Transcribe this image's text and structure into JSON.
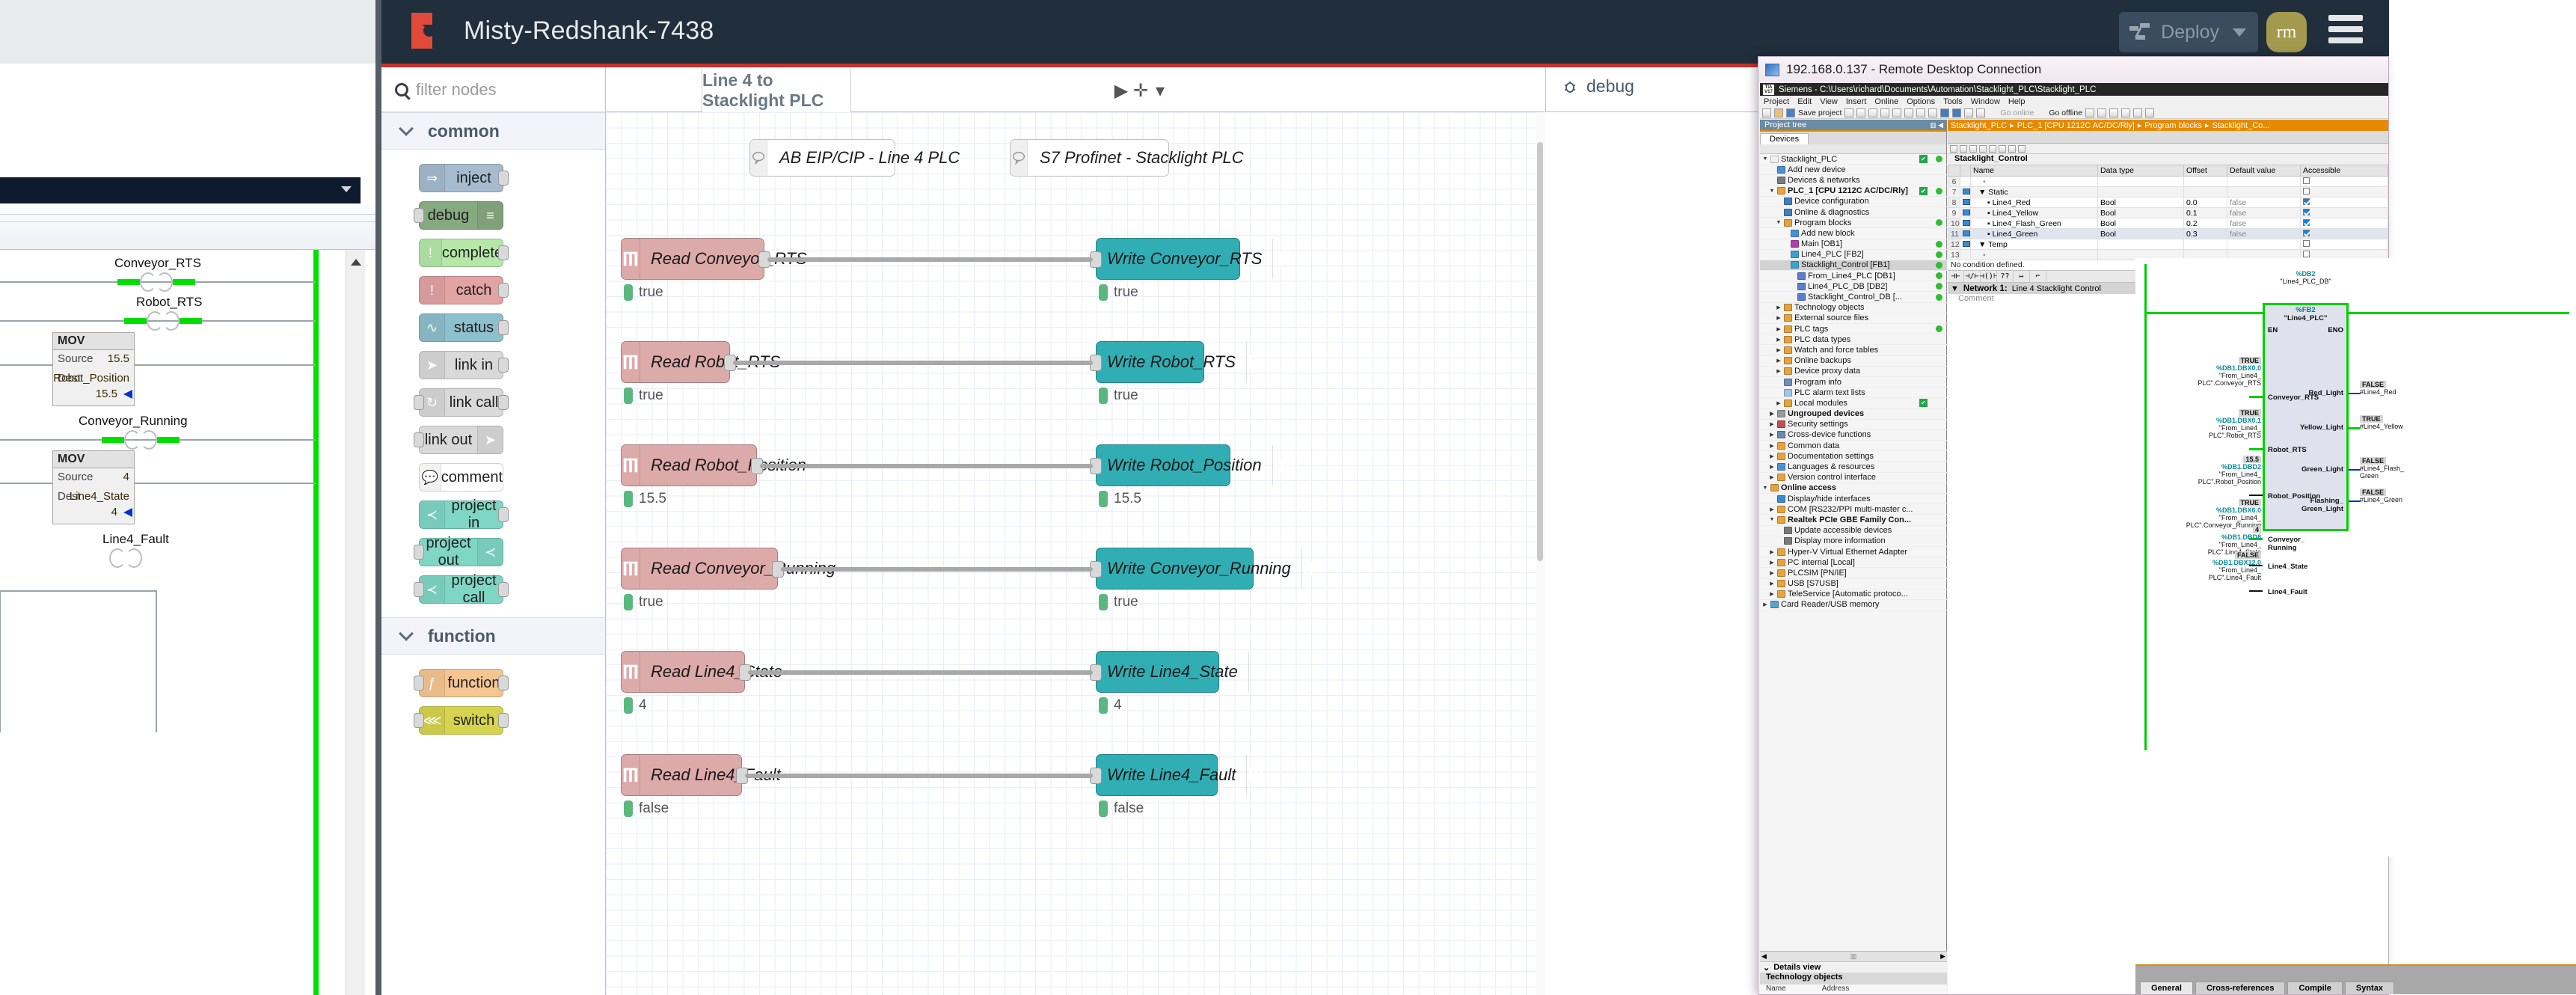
{
  "ladder_window": {
    "rungs": [
      {
        "tag": "Conveyor_RTS",
        "type": "coil",
        "energized": true
      },
      {
        "tag": "Robot_RTS",
        "type": "coil",
        "energized": true
      },
      {
        "type": "mov",
        "title": "MOV",
        "source_label": "Source",
        "source_value": "15.5",
        "dest_label": "Dest",
        "dest_tag": "Robot_Position",
        "dest_value": "15.5"
      },
      {
        "tag": "Conveyor_Running",
        "type": "coil",
        "energized": true
      },
      {
        "type": "mov",
        "title": "MOV",
        "source_label": "Source",
        "source_value": "4",
        "dest_label": "Dest",
        "dest_tag": "Line4_State",
        "dest_value": "4"
      },
      {
        "tag": "Line4_Fault",
        "type": "coil",
        "energized": false
      }
    ]
  },
  "nodered": {
    "header": {
      "title": "Misty-Redshank-7438",
      "deploy_label": "Deploy",
      "avatar_initials": "rm"
    },
    "palette": {
      "search_placeholder": "filter nodes",
      "categories": [
        {
          "label": "common",
          "nodes": [
            {
              "label": "inject",
              "color": "#a6bbcf",
              "icon_side": "left",
              "icon": "⇒",
              "port_in": false,
              "port_out": true
            },
            {
              "label": "debug",
              "color": "#87a980",
              "icon_side": "right",
              "icon": "≡",
              "port_in": true,
              "port_out": false
            },
            {
              "label": "complete",
              "color": "#b5e8a8",
              "icon_side": "left",
              "icon": "!",
              "port_in": false,
              "port_out": true
            },
            {
              "label": "catch",
              "color": "#e2a3a3",
              "icon_side": "left",
              "icon": "!",
              "port_in": false,
              "port_out": true
            },
            {
              "label": "status",
              "color": "#8ebfcc",
              "icon_side": "left",
              "icon": "∿",
              "port_in": false,
              "port_out": true
            },
            {
              "label": "link in",
              "color": "#d9d9d9",
              "icon_side": "left",
              "icon": "➤",
              "port_in": false,
              "port_out": true
            },
            {
              "label": "link call",
              "color": "#d9d9d9",
              "icon_side": "left",
              "icon": "↻",
              "port_in": true,
              "port_out": true
            },
            {
              "label": "link out",
              "color": "#d9d9d9",
              "icon_side": "right",
              "icon": "➤",
              "port_in": true,
              "port_out": false
            },
            {
              "label": "comment",
              "color": "#ffffff",
              "icon_side": "left",
              "icon": "💬",
              "port_in": false,
              "port_out": false
            },
            {
              "label": "project in",
              "color": "#7fd6c4",
              "icon_side": "left",
              "icon": "≺",
              "port_in": false,
              "port_out": true
            },
            {
              "label": "project out",
              "color": "#7fd6c4",
              "icon_side": "right",
              "icon": "≺",
              "port_in": true,
              "port_out": false
            },
            {
              "label": "project call",
              "color": "#7fd6c4",
              "icon_side": "left",
              "icon": "≺",
              "port_in": true,
              "port_out": true
            }
          ]
        },
        {
          "label": "function",
          "nodes": [
            {
              "label": "function",
              "color": "#f6c692",
              "icon_side": "left",
              "icon": "ƒ",
              "port_in": true,
              "port_out": true
            },
            {
              "label": "switch",
              "color": "#d6d34e",
              "icon_side": "left",
              "icon": "⋘",
              "port_in": true,
              "port_out": true
            }
          ]
        }
      ]
    },
    "flow": {
      "tab_label": "Line 4 to Stacklight PLC",
      "sidebar_tab_label": "debug",
      "comments": [
        {
          "text": "AB EIP/CIP - Line 4 PLC"
        },
        {
          "text": "S7 Profinet - Stacklight PLC"
        }
      ],
      "rows": [
        {
          "read": "Read Conveyor_RTS",
          "write": "Write Conveyor_RTS",
          "read_status": "true",
          "write_status": "true"
        },
        {
          "read": "Read Robot_RTS",
          "write": "Write Robot_RTS",
          "read_status": "true",
          "write_status": "true"
        },
        {
          "read": "Read Robot_Position",
          "write": "Write Robot_Position",
          "read_status": "15.5",
          "write_status": "15.5"
        },
        {
          "read": "Read Conveyor_Running",
          "write": "Write Conveyor_Running",
          "read_status": "true",
          "write_status": "true"
        },
        {
          "read": "Read Line4_State",
          "write": "Write Line4_State",
          "read_status": "4",
          "write_status": "4"
        },
        {
          "read": "Read Line4_Fault",
          "write": "Write Line4_Fault",
          "read_status": "false",
          "write_status": "false"
        }
      ],
      "read_color": "#ddaaaa",
      "write_color": "#31aeb4"
    }
  },
  "rdp": {
    "title": "192.168.0.137 - Remote Desktop Connection",
    "tia": {
      "title": "Siemens  -  C:\\Users\\richard\\Documents\\Automation\\Stacklight_PLC\\Stacklight_PLC",
      "menu": [
        "Project",
        "Edit",
        "View",
        "Insert",
        "Online",
        "Options",
        "Tools",
        "Window",
        "Help"
      ],
      "toolbar": [
        "Save project",
        "Go online",
        "Go offline"
      ],
      "project_tree_label": "Project tree",
      "devices_tab": "Devices",
      "breadcrumb": [
        "Stacklight_PLC",
        "PLC_1 [CPU 1212C AC/DC/Rly]",
        "Program blocks",
        "Stacklight_Co..."
      ],
      "tree": [
        {
          "label": "Stacklight_PLC",
          "indent": 0,
          "twisty": "▼",
          "icon": "#f0f0f0",
          "ok": true,
          "dot": true
        },
        {
          "label": "Add new device",
          "indent": 1,
          "twisty": "",
          "icon": "#4a90d9",
          "ok": false,
          "dot": false
        },
        {
          "label": "Devices & networks",
          "indent": 1,
          "twisty": "",
          "icon": "#7a7a7a",
          "ok": false,
          "dot": false
        },
        {
          "label": "PLC_1 [CPU 1212C AC/DC/Rly]",
          "indent": 1,
          "twisty": "▼",
          "icon": "#e8a33d",
          "ok": true,
          "dot": true,
          "bold": true
        },
        {
          "label": "Device configuration",
          "indent": 2,
          "twisty": "",
          "icon": "#3f7fbf",
          "ok": false,
          "dot": false
        },
        {
          "label": "Online & diagnostics",
          "indent": 2,
          "twisty": "",
          "icon": "#3f7fbf",
          "ok": false,
          "dot": false
        },
        {
          "label": "Program blocks",
          "indent": 2,
          "twisty": "▼",
          "icon": "#e8a33d",
          "ok": false,
          "dot": true
        },
        {
          "label": "Add new block",
          "indent": 3,
          "twisty": "",
          "icon": "#4a90d9",
          "ok": false,
          "dot": false
        },
        {
          "label": "Main [OB1]",
          "indent": 3,
          "twisty": "",
          "icon": "#b040b0",
          "ok": false,
          "dot": true
        },
        {
          "label": "Line4_PLC [FB2]",
          "indent": 3,
          "twisty": "",
          "icon": "#3fa0d0",
          "ok": false,
          "dot": true
        },
        {
          "label": "Stacklight_Control [FB1]",
          "indent": 3,
          "twisty": "",
          "icon": "#3fa0d0",
          "ok": false,
          "dot": true,
          "selected": true
        },
        {
          "label": "From_Line4_PLC [DB1]",
          "indent": 4,
          "twisty": "",
          "icon": "#5a7fd0",
          "ok": false,
          "dot": true
        },
        {
          "label": "Line4_PLC_DB [DB2]",
          "indent": 4,
          "twisty": "",
          "icon": "#5a7fd0",
          "ok": false,
          "dot": true
        },
        {
          "label": "Stacklight_Control_DB [...",
          "indent": 4,
          "twisty": "",
          "icon": "#5a7fd0",
          "ok": false,
          "dot": true
        },
        {
          "label": "Technology objects",
          "indent": 2,
          "twisty": "▶",
          "icon": "#e8a33d",
          "ok": false,
          "dot": false
        },
        {
          "label": "External source files",
          "indent": 2,
          "twisty": "▶",
          "icon": "#e8a33d",
          "ok": false,
          "dot": false
        },
        {
          "label": "PLC tags",
          "indent": 2,
          "twisty": "▶",
          "icon": "#e8a33d",
          "ok": false,
          "dot": true
        },
        {
          "label": "PLC data types",
          "indent": 2,
          "twisty": "▶",
          "icon": "#e8a33d",
          "ok": false,
          "dot": false
        },
        {
          "label": "Watch and force tables",
          "indent": 2,
          "twisty": "▶",
          "icon": "#e8a33d",
          "ok": false,
          "dot": false
        },
        {
          "label": "Online backups",
          "indent": 2,
          "twisty": "▶",
          "icon": "#e8a33d",
          "ok": false,
          "dot": false
        },
        {
          "label": "Device proxy data",
          "indent": 2,
          "twisty": "▶",
          "icon": "#e8a33d",
          "ok": false,
          "dot": false
        },
        {
          "label": "Program info",
          "indent": 2,
          "twisty": "",
          "icon": "#6a90c0",
          "ok": false,
          "dot": false
        },
        {
          "label": "PLC alarm text lists",
          "indent": 2,
          "twisty": "",
          "icon": "#9ec8e8",
          "ok": false,
          "dot": false
        },
        {
          "label": "Local modules",
          "indent": 2,
          "twisty": "▶",
          "icon": "#e8a33d",
          "ok": true,
          "dot": false
        },
        {
          "label": "Ungrouped devices",
          "indent": 1,
          "twisty": "▶",
          "icon": "#9a9a9a",
          "ok": false,
          "dot": false,
          "bold": true
        },
        {
          "label": "Security settings",
          "indent": 1,
          "twisty": "▶",
          "icon": "#c05050",
          "ok": false,
          "dot": false
        },
        {
          "label": "Cross-device functions",
          "indent": 1,
          "twisty": "▶",
          "icon": "#6a8ab0",
          "ok": false,
          "dot": false
        },
        {
          "label": "Common data",
          "indent": 1,
          "twisty": "▶",
          "icon": "#e8a33d",
          "ok": false,
          "dot": false
        },
        {
          "label": "Documentation settings",
          "indent": 1,
          "twisty": "▶",
          "icon": "#e8a33d",
          "ok": false,
          "dot": false
        },
        {
          "label": "Languages & resources",
          "indent": 1,
          "twisty": "▶",
          "icon": "#4a90d9",
          "ok": false,
          "dot": false
        },
        {
          "label": "Version control interface",
          "indent": 1,
          "twisty": "▶",
          "icon": "#e8a33d",
          "ok": false,
          "dot": false
        },
        {
          "label": "Online access",
          "indent": 0,
          "twisty": "▼",
          "icon": "#e8a33d",
          "ok": false,
          "dot": false,
          "bold": true
        },
        {
          "label": "Display/hide interfaces",
          "indent": 1,
          "twisty": "",
          "icon": "#3a8ad0",
          "ok": false,
          "dot": false
        },
        {
          "label": "COM [RS232/PPI multi-master c...",
          "indent": 1,
          "twisty": "▶",
          "icon": "#e8a33d",
          "ok": false,
          "dot": false
        },
        {
          "label": "Realtek PCIe GBE Family Con...",
          "indent": 1,
          "twisty": "▼",
          "icon": "#e8a33d",
          "ok": false,
          "dot": false,
          "bold": true
        },
        {
          "label": "Update accessible devices",
          "indent": 2,
          "twisty": "",
          "icon": "#7a7a7a",
          "ok": false,
          "dot": false
        },
        {
          "label": "Display more information",
          "indent": 2,
          "twisty": "",
          "icon": "#7a7a7a",
          "ok": false,
          "dot": false
        },
        {
          "label": "Hyper-V Virtual Ethernet Adapter",
          "indent": 1,
          "twisty": "▶",
          "icon": "#e8a33d",
          "ok": false,
          "dot": false
        },
        {
          "label": "PC internal [Local]",
          "indent": 1,
          "twisty": "▶",
          "icon": "#e8a33d",
          "ok": false,
          "dot": false
        },
        {
          "label": "PLCSIM [PN/IE]",
          "indent": 1,
          "twisty": "▶",
          "icon": "#e8a33d",
          "ok": false,
          "dot": false
        },
        {
          "label": "USB [S7USB]",
          "indent": 1,
          "twisty": "▶",
          "icon": "#e8a33d",
          "ok": false,
          "dot": false
        },
        {
          "label": "TeleService [Automatic protoco...",
          "indent": 1,
          "twisty": "▶",
          "icon": "#e8a33d",
          "ok": false,
          "dot": false
        },
        {
          "label": "Card Reader/USB memory",
          "indent": 0,
          "twisty": "▶",
          "icon": "#5aa0d0",
          "ok": false,
          "dot": false
        }
      ],
      "details_view_label": "Details view",
      "details_title": "Technology objects",
      "details_cols": [
        "Name",
        "Address"
      ],
      "block_name": "Stacklight_Control",
      "var_headers": [
        "Name",
        "Data type",
        "Offset",
        "Default value",
        "Accessible"
      ],
      "var_rows": [
        {
          "n": "6",
          "name": "<Add new>",
          "type": "",
          "offset": "",
          "def": "",
          "acc": false,
          "group": false,
          "add": true
        },
        {
          "n": "7",
          "name": "Static",
          "type": "",
          "offset": "",
          "def": "",
          "acc": false,
          "group": true
        },
        {
          "n": "8",
          "name": "Line4_Red",
          "type": "Bool",
          "offset": "0.0",
          "def": "false",
          "acc": true
        },
        {
          "n": "9",
          "name": "Line4_Yellow",
          "type": "Bool",
          "offset": "0.1",
          "def": "false",
          "acc": true
        },
        {
          "n": "10",
          "name": "Line4_Flash_Green",
          "type": "Bool",
          "offset": "0.2",
          "def": "false",
          "acc": true
        },
        {
          "n": "11",
          "name": "Line4_Green",
          "type": "Bool",
          "offset": "0.3",
          "def": "false",
          "acc": true,
          "selected": true
        },
        {
          "n": "12",
          "name": "Temp",
          "type": "",
          "offset": "",
          "def": "",
          "acc": false,
          "group": true
        },
        {
          "n": "13",
          "name": "<Add new>",
          "type": "",
          "offset": "",
          "def": "",
          "acc": false,
          "add": true
        }
      ],
      "no_condition": "No condition defined.",
      "ladder_tools": [
        "⊣⊢",
        "⊣/⊢",
        "⊣()⊦",
        "??",
        "↦",
        "⌐"
      ],
      "network_label": "Network 1:",
      "network_title": "Line 4 Stacklight Control",
      "comment_placeholder": "Comment",
      "fb_call": {
        "db_num": "%DB2",
        "db_name": "\"Line4_PLC_DB\"",
        "fb_num": "%FB2",
        "fb_name": "\"Line4_PLC\"",
        "en": "EN",
        "eno": "ENO",
        "inputs": [
          {
            "pin": "Conveyor_RTS",
            "value": "TRUE",
            "addr": "%DB1.DBX0.0",
            "tag": "\"From_Line4_PLC\".Conveyor_RTS",
            "green": true
          },
          {
            "pin": "Robot_RTS",
            "value": "TRUE",
            "addr": "%DB1.DBX0.1",
            "tag": "\"From_Line4_PLC\".Robot_RTS",
            "green": true
          },
          {
            "pin": "Robot_Position",
            "value": "15.5",
            "addr": "%DB1.DBD2",
            "tag": "\"From_Line4_PLC\".Robot_Position",
            "green": false
          },
          {
            "pin": "Conveyor_Running",
            "value": "TRUE",
            "addr": "%DB1.DBX6.0",
            "tag": "\"From_Line4_PLC\".Conveyor_Running",
            "green": true
          },
          {
            "pin": "Line4_State",
            "value": "4",
            "addr": "%DB1.DBD8",
            "tag": "\"From_Line4_PLC\".Line4_State",
            "green": false
          },
          {
            "pin": "Line4_Fault",
            "value": "FALSE",
            "addr": "%DB1.DBX12.0",
            "tag": "\"From_Line4_PLC\".Line4_Fault",
            "green": false
          }
        ],
        "outputs": [
          {
            "pin": "Red_Light",
            "value": "FALSE",
            "tag": "#Line4_Red"
          },
          {
            "pin": "Yellow_Light",
            "value": "TRUE",
            "tag": "#Line4_Yellow"
          },
          {
            "pin": "Green_Light",
            "value": "FALSE",
            "tag": "#Line4_Flash_Green"
          },
          {
            "pin": "Flashing_Green_Light",
            "value": "FALSE",
            "tag": "#Line4_Green"
          }
        ]
      },
      "bottom_tabs": [
        "General",
        "Cross-references",
        "Compile",
        "Syntax"
      ]
    }
  }
}
